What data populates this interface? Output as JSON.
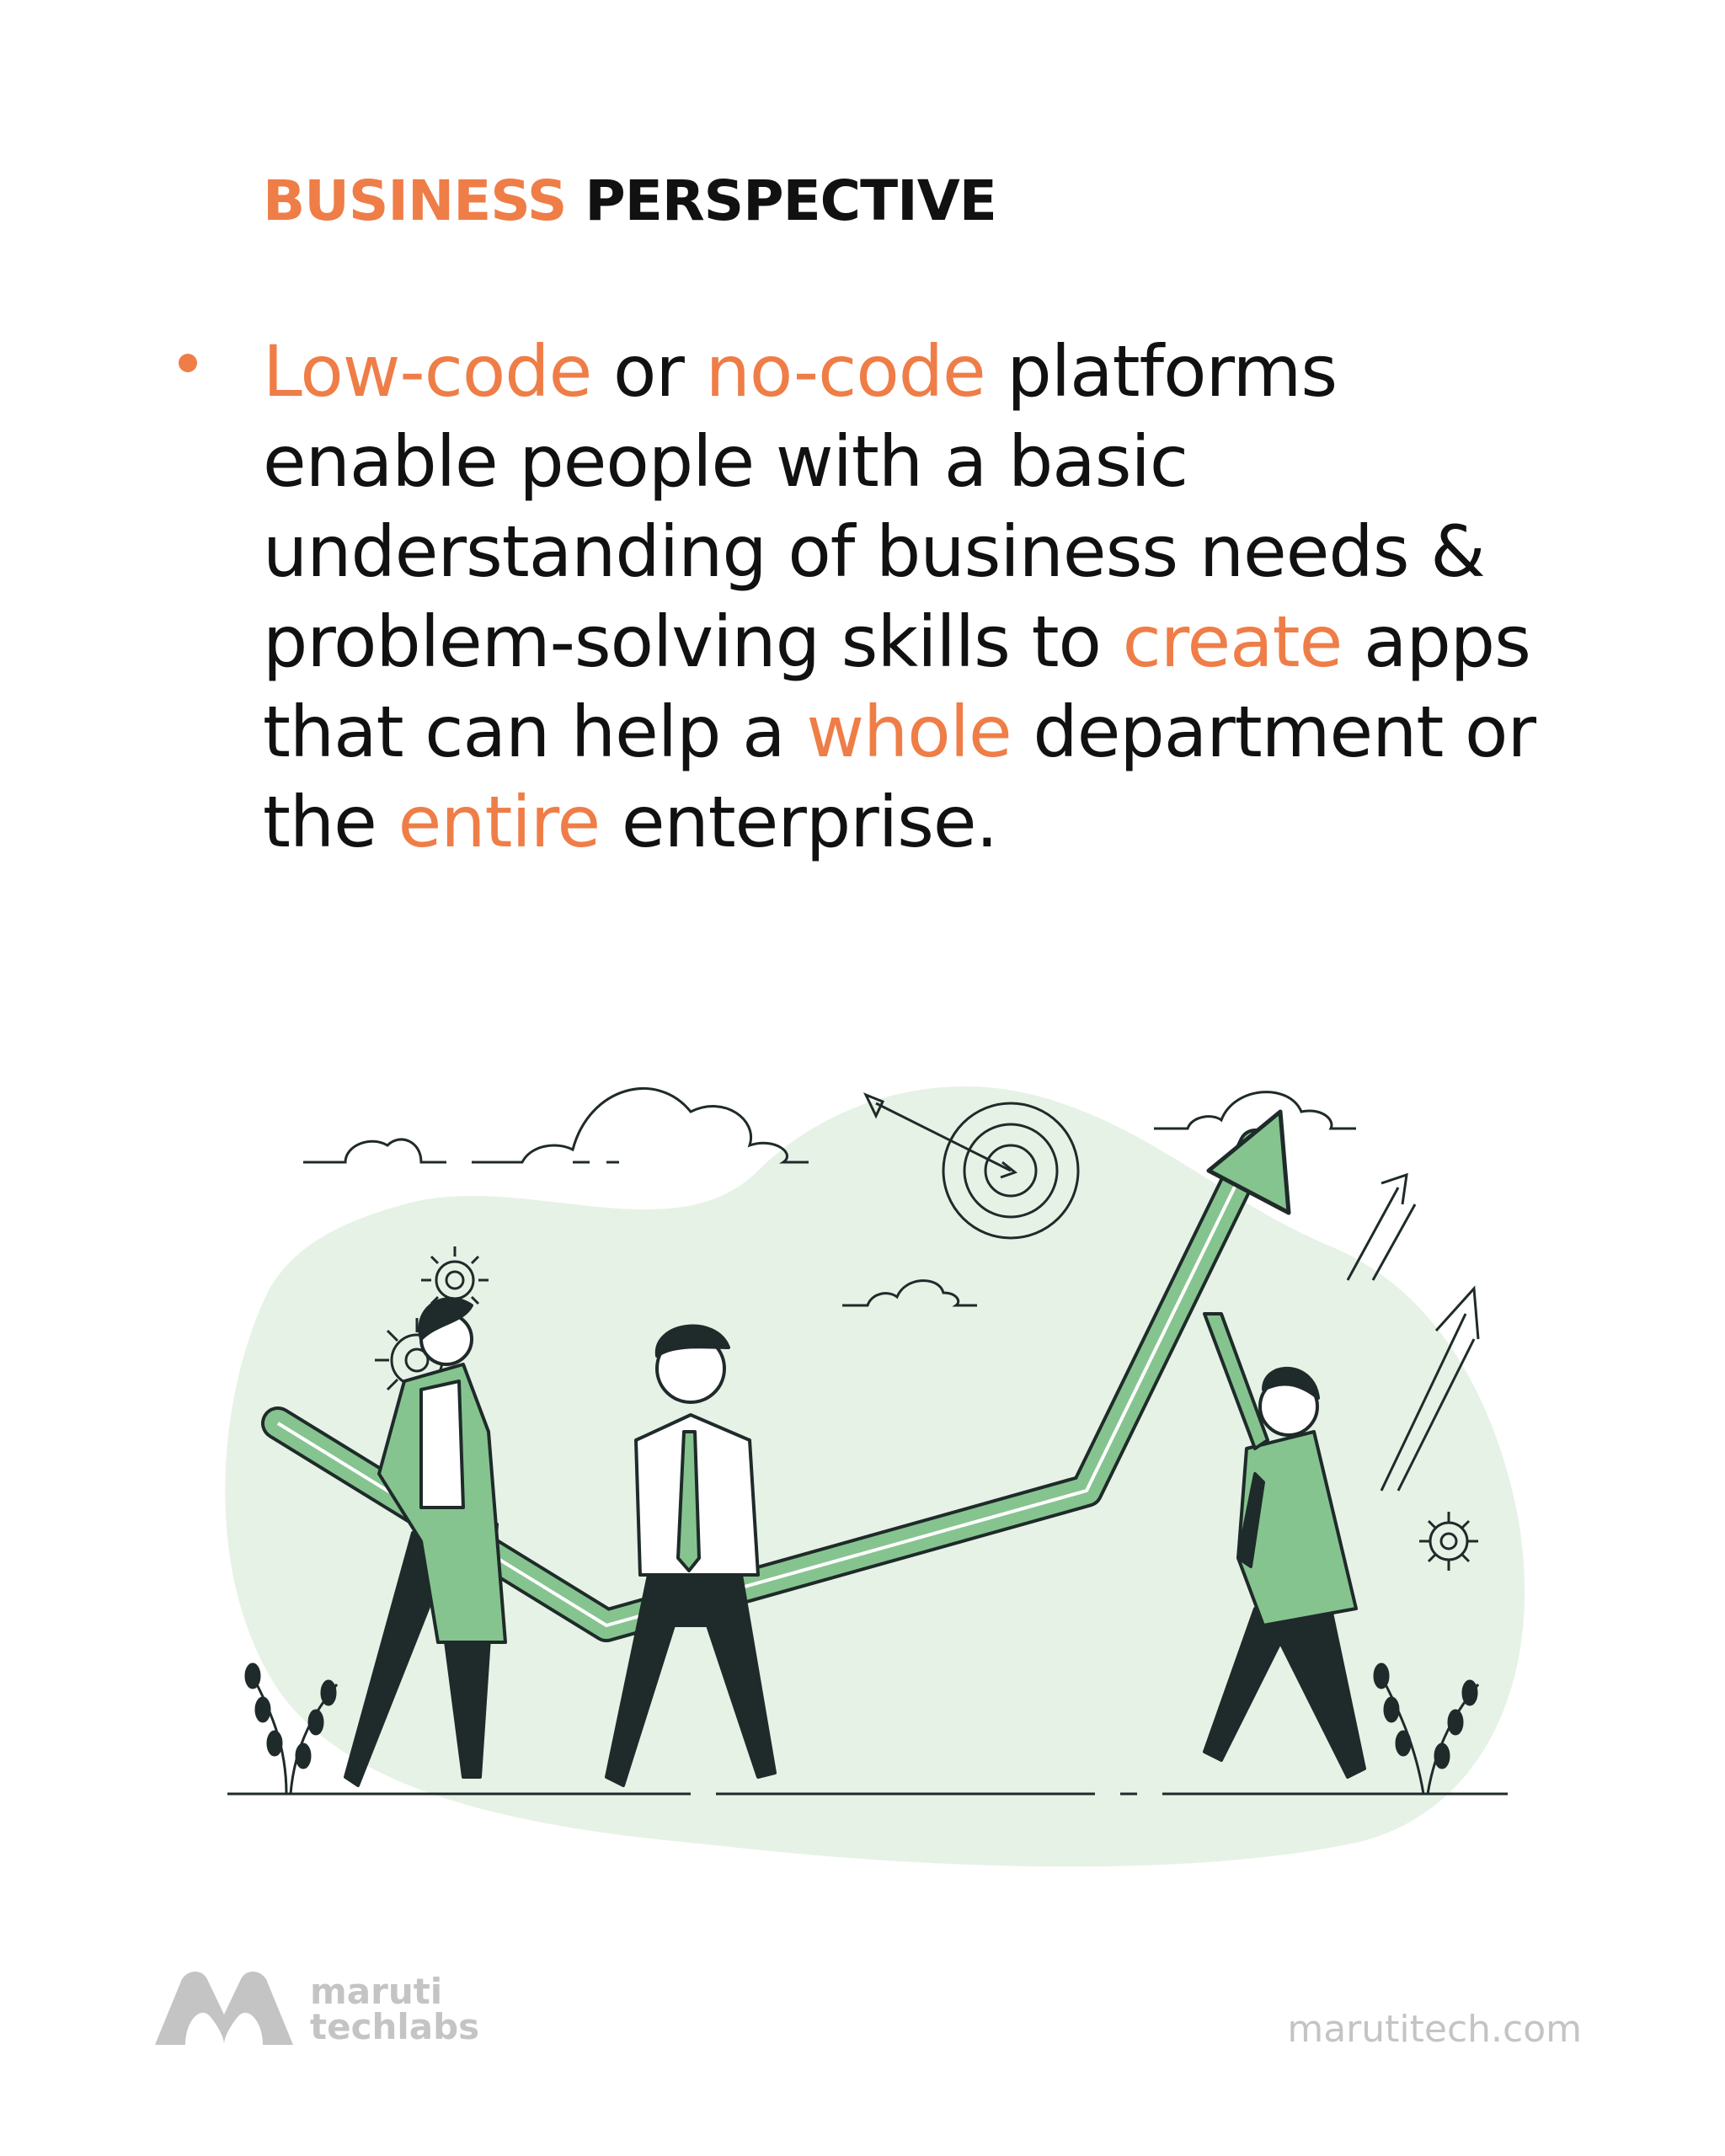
{
  "header": {
    "word1": "BUSINESS",
    "word2": "PERSPECTIVE"
  },
  "bullet": {
    "t1": "Low-code",
    "t2": " or ",
    "t3": "no-code",
    "t4": " platforms enable people with a basic understanding of business needs & problem-solving skills to ",
    "t5": "create",
    "t6": " apps that can help a ",
    "t7": "whole",
    "t8": " department or the ",
    "t9": "entire",
    "t10": " enterprise."
  },
  "brand": {
    "line1": "maruti",
    "line2": "techlabs",
    "website": "marutitech.com"
  },
  "colors": {
    "accent": "#ef7d47",
    "text": "#111111",
    "illustration_green": "#86c48f",
    "blob": "#e6f2e6",
    "muted": "#c4c4c4"
  },
  "icons": [
    "target-icon",
    "gear-icon",
    "up-arrow-icon",
    "cloud-icon",
    "plant-icon"
  ]
}
